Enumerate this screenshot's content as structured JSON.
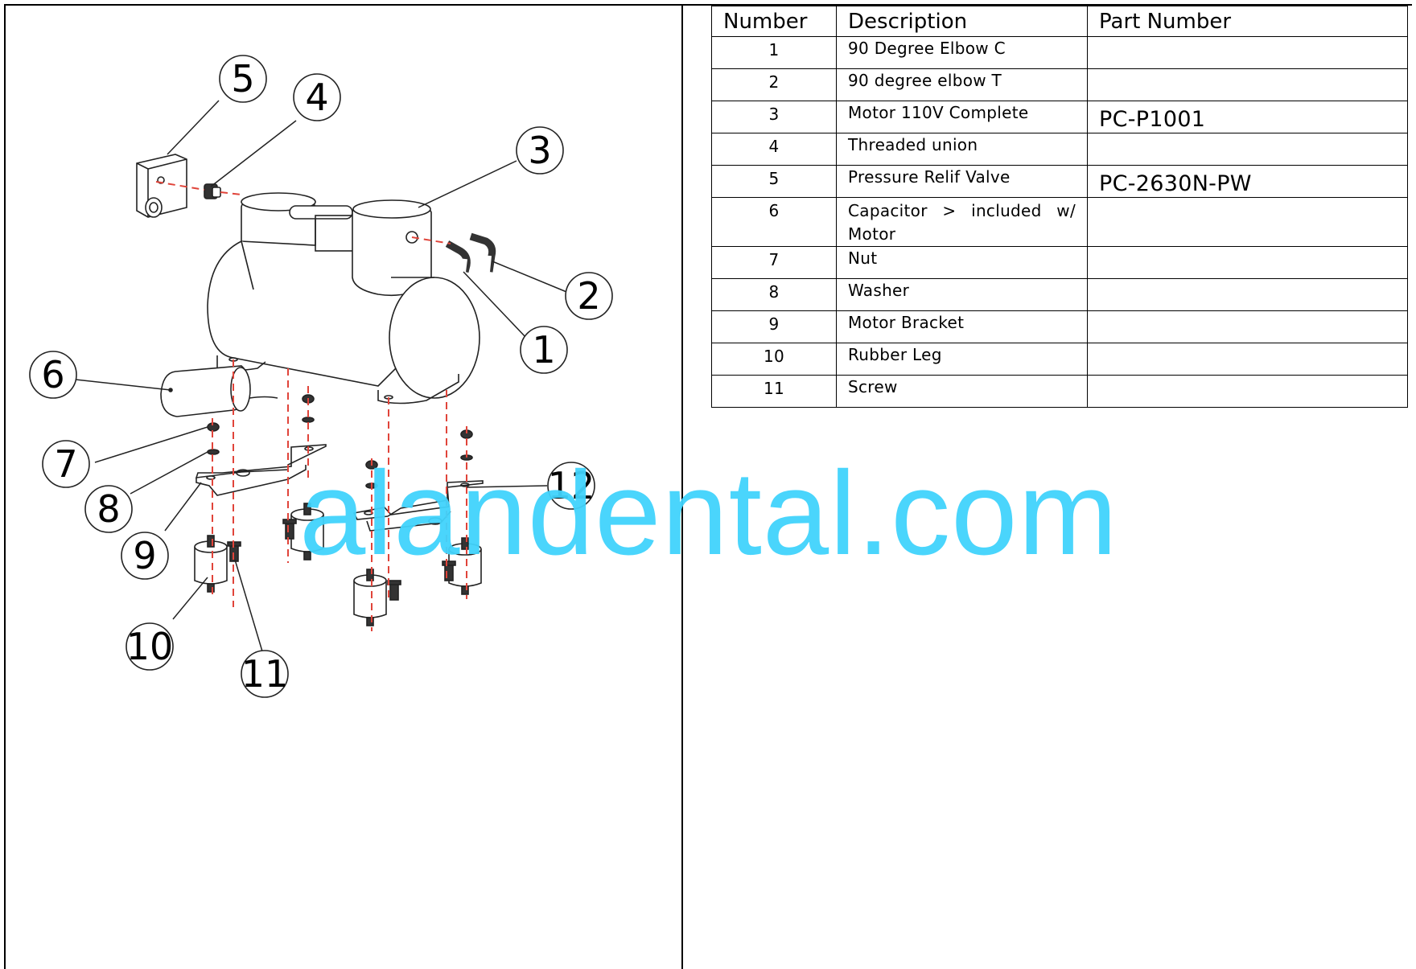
{
  "table": {
    "headers": [
      "Number",
      "Description",
      "Part Number"
    ],
    "rows": [
      {
        "number": "1",
        "description": "90 Degree Elbow C",
        "part_number": ""
      },
      {
        "number": "2",
        "description": "90 degree elbow T",
        "part_number": ""
      },
      {
        "number": "3",
        "description": "Motor 110V Complete",
        "part_number": "PC-P1001"
      },
      {
        "number": "4",
        "description": "Threaded union",
        "part_number": ""
      },
      {
        "number": "5",
        "description": "Pressure Relif Valve",
        "part_number": "PC-2630N-PW"
      },
      {
        "number": "6",
        "description": "Capacitor > included w/ Motor",
        "part_number": ""
      },
      {
        "number": "7",
        "description": "Nut",
        "part_number": ""
      },
      {
        "number": "8",
        "description": "Washer",
        "part_number": ""
      },
      {
        "number": "9",
        "description": "Motor Bracket",
        "part_number": ""
      },
      {
        "number": "10",
        "description": "Rubber Leg",
        "part_number": ""
      },
      {
        "number": "11",
        "description": "Screw",
        "part_number": ""
      }
    ]
  },
  "diagram": {
    "callouts": [
      "1",
      "2",
      "3",
      "4",
      "5",
      "6",
      "7",
      "8",
      "9",
      "10",
      "11",
      "12"
    ]
  },
  "watermark": "alandental.com",
  "colors": {
    "watermark": "#41d3fc",
    "guide_lines": "#e0443a",
    "line_art": "#222222"
  }
}
